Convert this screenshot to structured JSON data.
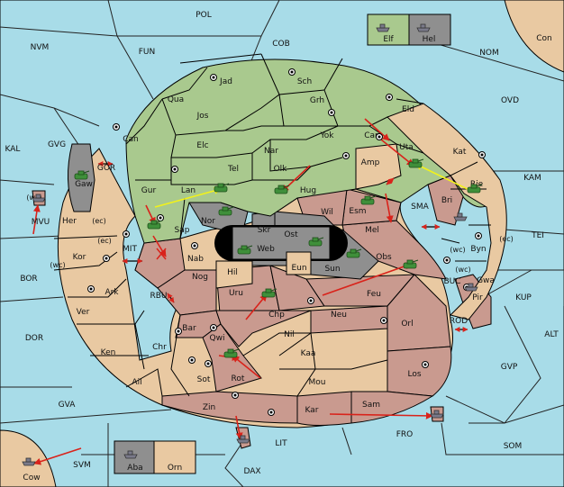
{
  "colors": {
    "sea": "#a8dce8",
    "power_green": "#a9c98e",
    "power_tan": "#e9c9a2",
    "power_rose": "#c99a8f",
    "neutral_gray": "#8f8f8f",
    "island_black": "#000000",
    "support_line": "#f2f21a",
    "move_arrow": "#d9231b"
  },
  "legend": {
    "elf": "Elf",
    "hel": "Hel",
    "aba": "Aba",
    "orn": "Orn"
  },
  "water_labels": [
    "POL",
    "COB",
    "NVM",
    "FUN",
    "NOM",
    "Con",
    "OVD",
    "KAL",
    "GVG",
    "KAM",
    "GOR",
    "SMA",
    "TEI",
    "BOR",
    "MIT",
    "RBU",
    "BUC",
    "KUP",
    "DOR",
    "ROD",
    "ALT",
    "GVP",
    "GVA",
    "FRO",
    "SOM",
    "LIT",
    "SVM",
    "DAX",
    "Cow",
    "MVU"
  ],
  "green_labels": [
    "Jad",
    "Sch",
    "Qua",
    "Grh",
    "Jos",
    "Eld",
    "Can",
    "Yok",
    "Car",
    "Elc",
    "Nar",
    "Uta",
    "Tel",
    "Olk",
    "Gur",
    "Lan",
    "Hug",
    "Rie",
    "Sap",
    "Nor"
  ],
  "tan_labels": [
    "Gaw",
    "Her",
    "Kor",
    "Ark",
    "Ver",
    "Chr",
    "Ken",
    "Ail",
    "Sot",
    "Nil",
    "Kaa",
    "Mou",
    "Amp",
    "Kat",
    "Byn",
    "Gwa",
    "Pir",
    "Hil"
  ],
  "rose_labels": [
    "Nab",
    "Nog",
    "Bar",
    "Qwi",
    "Rot",
    "Uru",
    "Chp",
    "Neu",
    "Feu",
    "Orl",
    "Los",
    "Zin",
    "Kar",
    "Sam",
    "Obs",
    "Mel",
    "Esm",
    "Wil",
    "Bri"
  ],
  "gray_labels": [
    "Skr",
    "Ost",
    "Web",
    "Eun",
    "Sun"
  ],
  "coast_labels": [
    "(wc)",
    "(ec)",
    "(ec)",
    "(wc)",
    "(wc)",
    "(ec)",
    "(wc)"
  ],
  "units": [
    {
      "unit": "army",
      "province": "Gaw"
    },
    {
      "unit": "army",
      "province": "Lan"
    },
    {
      "unit": "army",
      "province": "Hug"
    },
    {
      "unit": "army",
      "province": "Sap"
    },
    {
      "unit": "army",
      "province": "Nor"
    },
    {
      "unit": "army",
      "province": "Uta"
    },
    {
      "unit": "army",
      "province": "Rie"
    },
    {
      "unit": "army",
      "province": "Esm"
    },
    {
      "unit": "army",
      "province": "Web"
    },
    {
      "unit": "army",
      "province": "Ost"
    },
    {
      "unit": "army",
      "province": "Sun"
    },
    {
      "unit": "army",
      "province": "Obs"
    },
    {
      "unit": "army",
      "province": "Chp"
    },
    {
      "unit": "army",
      "province": "Qwi"
    },
    {
      "unit": "fleet",
      "province": "Bri"
    },
    {
      "unit": "fleet",
      "province": "Pir"
    },
    {
      "unit": "fleet",
      "province": "MVU"
    },
    {
      "unit": "fleet",
      "province": "Sam"
    },
    {
      "unit": "fleet",
      "province": "Zin"
    },
    {
      "unit": "fleet",
      "province": "Cow"
    }
  ]
}
